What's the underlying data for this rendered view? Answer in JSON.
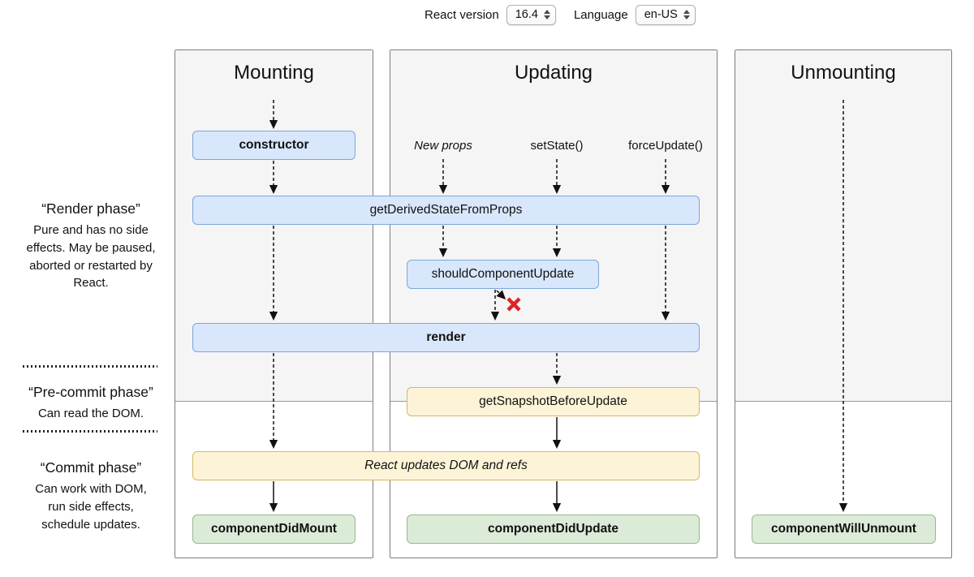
{
  "controls": {
    "react_version_label": "React version",
    "react_version_value": "16.4",
    "language_label": "Language",
    "language_value": "en-US"
  },
  "columns": {
    "mounting": {
      "title": "Mounting"
    },
    "updating": {
      "title": "Updating",
      "triggers": [
        "New props",
        "setState()",
        "forceUpdate()"
      ]
    },
    "unmounting": {
      "title": "Unmounting"
    }
  },
  "boxes": {
    "constructor": "constructor",
    "get_derived_state_from_props": "getDerivedStateFromProps",
    "should_component_update": "shouldComponentUpdate",
    "render": "render",
    "get_snapshot_before_update": "getSnapshotBeforeUpdate",
    "react_updates": "React updates DOM and refs",
    "component_did_mount": "componentDidMount",
    "component_did_update": "componentDidUpdate",
    "component_will_unmount": "componentWillUnmount"
  },
  "phases": {
    "render": {
      "title": "“Render phase”",
      "description": "Pure and has no side effects. May be paused, aborted or restarted by React."
    },
    "pre_commit": {
      "title": "“Pre-commit phase”",
      "description": "Can read the DOM."
    },
    "commit": {
      "title": "“Commit phase”",
      "description": "Can work with DOM, run side effects, schedule updates."
    }
  },
  "colors": {
    "blue_fill": "#d8e7fb",
    "blue_border": "#7ba7db",
    "yellow_fill": "#fdf3d7",
    "yellow_border": "#d4b861",
    "green_fill": "#dcebd7",
    "green_border": "#93ba8b",
    "column_fill": "#f5f5f6",
    "column_border": "#7d7d7d",
    "arrow": "#111111",
    "skip_x": "#e02424"
  }
}
